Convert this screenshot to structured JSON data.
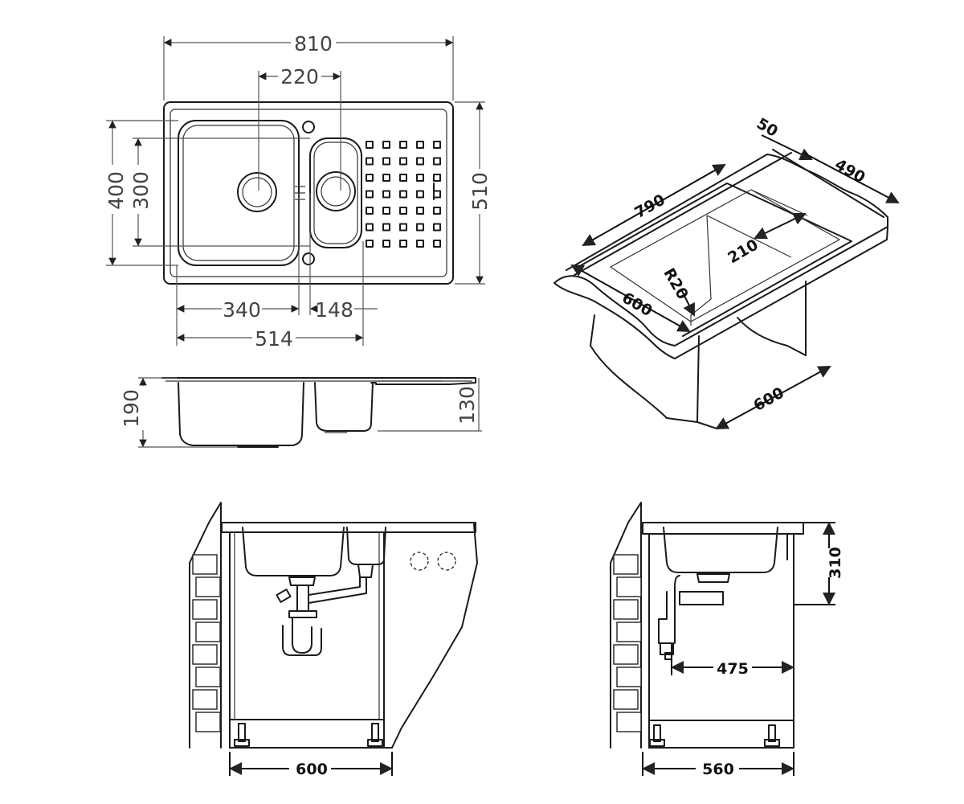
{
  "top_view": {
    "overall_width": "810",
    "bowl_spacing": "220",
    "overall_depth": "510",
    "outer_bowl_depth": "400",
    "inner_bowl_depth": "300",
    "main_bowl_width": "340",
    "small_bowl_width": "148",
    "bowls_total_width": "514"
  },
  "side_view": {
    "main_bowl_depth": "190",
    "small_bowl_depth": "130"
  },
  "iso_view": {
    "length": "790",
    "rim": "50",
    "depth": "490",
    "front_width": "600",
    "bowl_dim": "210",
    "radius": "R20",
    "cabinet_width": "600"
  },
  "front_install": {
    "cabinet_width": "600"
  },
  "side_install": {
    "height": "310",
    "drain_distance": "475",
    "cabinet_width": "560"
  }
}
